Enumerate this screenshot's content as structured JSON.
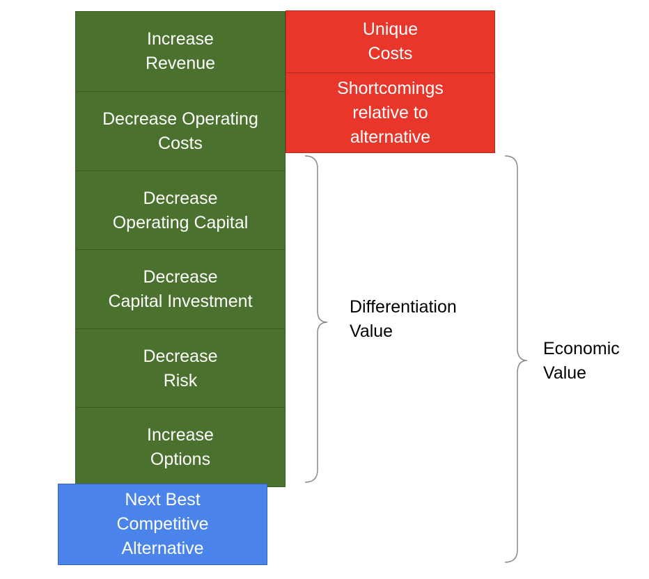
{
  "benefit_blocks": [
    {
      "label": "Increase\nRevenue"
    },
    {
      "label": "Decrease Operating\nCosts"
    },
    {
      "label": "Decrease\nOperating Capital"
    },
    {
      "label": "Decrease\nCapital Investment"
    },
    {
      "label": "Decrease\n Risk"
    },
    {
      "label": "Increase\nOptions"
    }
  ],
  "cost_blocks": [
    {
      "label": "Unique\nCosts"
    },
    {
      "label": "Shortcomings\nrelative to\nalternative"
    }
  ],
  "baseline_block": {
    "label": "Next Best\nCompetitive\nAlternative"
  },
  "braces": {
    "differentiation": "Differentiation\nValue",
    "economic": "Economic\nValue"
  },
  "colors": {
    "benefit": "#4a712d",
    "cost": "#e8362b",
    "baseline": "#4a84ea",
    "brace": "#888888"
  }
}
